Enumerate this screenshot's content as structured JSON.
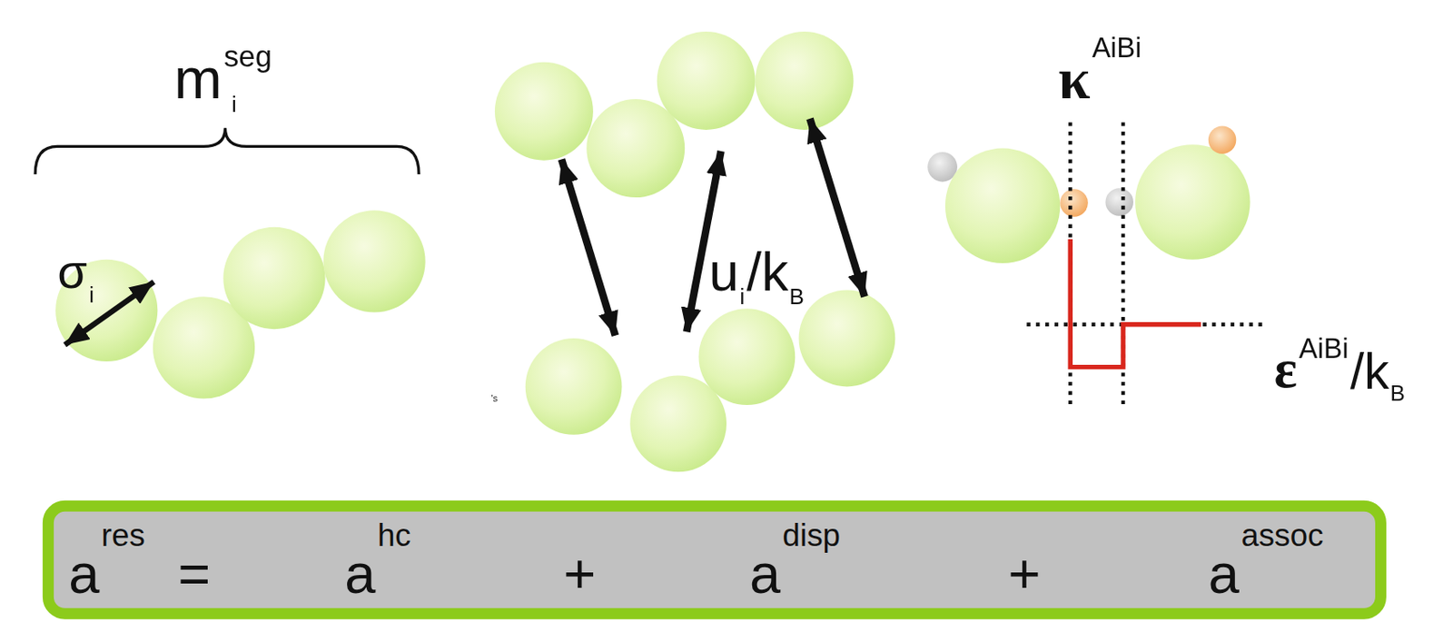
{
  "diagram": {
    "nodes": [
      {
        "text": [
          "a",
          "res",
          "=",
          "a",
          "hc",
          "+",
          "a",
          "disp",
          "+",
          "a",
          "assoc"
        ]
      }
    ],
    "labels": [
      "m",
      "seg",
      "i",
      "σ",
      "i",
      "'s",
      "u",
      "i",
      "/k",
      "B",
      "κ",
      "AiBi",
      "ε",
      "AiBi",
      "/k",
      "B"
    ]
  }
}
